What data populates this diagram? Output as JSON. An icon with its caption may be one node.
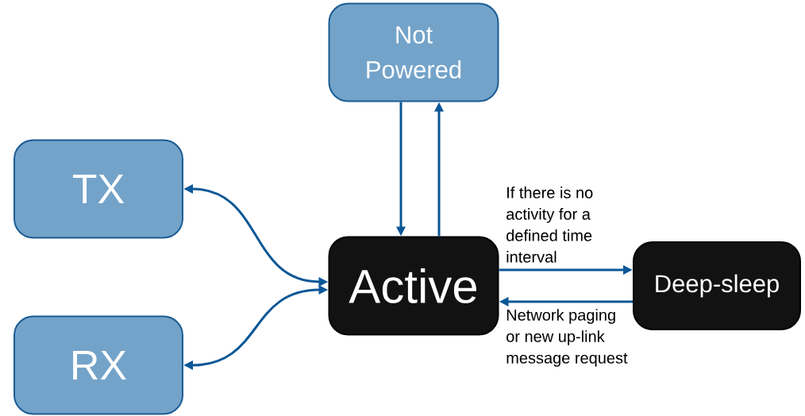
{
  "diagram": {
    "nodes": [
      {
        "text": [
          "Not Powered"
        ]
      },
      {
        "text": [
          "TX"
        ]
      },
      {
        "text": [
          "Active"
        ]
      },
      {
        "text": [
          "RX"
        ]
      },
      {
        "text": [
          "Deep-sleep"
        ]
      }
    ],
    "edges": [
      {
        "from": 0,
        "to": 2,
        "arrow": "to"
      },
      {
        "from": 2,
        "to": 0,
        "arrow": "to"
      },
      {
        "from": 2,
        "to": 1,
        "arrow": "both"
      },
      {
        "from": 2,
        "to": 3,
        "arrow": "both"
      },
      {
        "from": 2,
        "to": 4,
        "arrow": "to",
        "label": "If there is no activity for a defined time interval"
      },
      {
        "from": 4,
        "to": 2,
        "arrow": "to",
        "label": "Network paging or new up-link message request"
      }
    ]
  }
}
